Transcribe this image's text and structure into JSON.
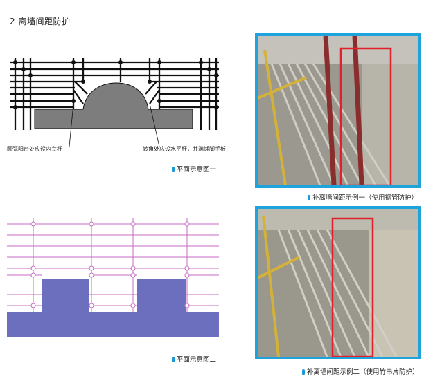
{
  "section_title": "2   离墙间距防护",
  "diagram1": {
    "label_left": "圆弧阳台处应设内立杆",
    "label_right": "转角处应设水平杆，并满铺脚手板",
    "caption": "平面示意图一"
  },
  "diagram2": {
    "caption": "平面示意图二"
  },
  "photo1": {
    "caption": "补离墙间距示例一（使用钢管防护）"
  },
  "photo2": {
    "caption": "补离墙间距示例二（使用竹串片防护）"
  },
  "colors": {
    "frame_blue": "#1ea3dc",
    "highlight_red": "#e0212b",
    "pink_line": "#c86ac4",
    "slab_blue": "#6b6fbd",
    "slab_gray": "#7d7d7d"
  }
}
